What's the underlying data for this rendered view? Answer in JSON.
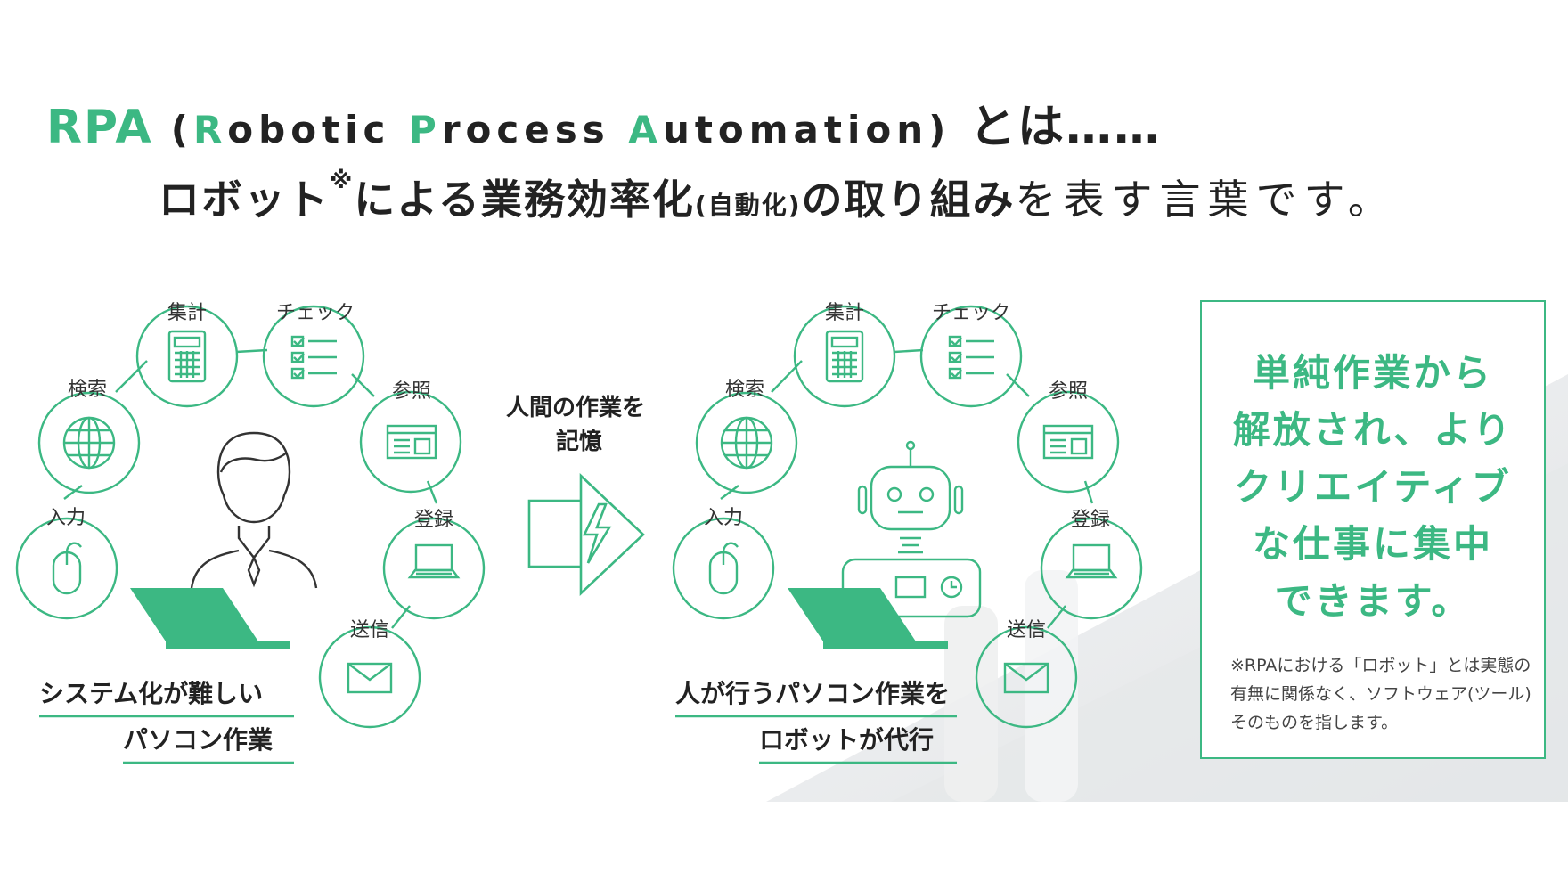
{
  "title": {
    "line1_rpa": "RPA",
    "line1_open": "(",
    "line1_r": "R",
    "line1_obotic": "obotic ",
    "line1_p": "P",
    "line1_rocess": "rocess ",
    "line1_a": "A",
    "line1_utomation": "utomation",
    "line1_close": ")",
    "line1_tail": "とは……",
    "line2_a": "ロボット",
    "line2_note": "※",
    "line2_b": "による業務効率化",
    "line2_paren": "(自動化)",
    "line2_c": "の取り組み",
    "line2_d": "を表す言葉です。"
  },
  "left": {
    "labels": [
      "集計",
      "チェック",
      "検索",
      "参照",
      "入力",
      "登録",
      "送信"
    ],
    "caption_line1": "システム化が難しい",
    "caption_line2": "パソコン作業"
  },
  "middle": {
    "line1": "人間の作業を",
    "line2": "記憶"
  },
  "right": {
    "labels": [
      "集計",
      "チェック",
      "検索",
      "参照",
      "入力",
      "登録",
      "送信"
    ],
    "caption_line1": "人が行うパソコン作業を",
    "caption_line2": "ロボットが代行"
  },
  "box": {
    "head": [
      "単純作業から",
      "解放され、より",
      "クリエイティブ",
      "な仕事に集中",
      "できます。"
    ],
    "note": "※RPAにおける「ロボット」とは実態の有無に関係なく、ソフトウェア(ツール)そのものを指します。"
  },
  "colors": {
    "accent": "#3cb883",
    "text": "#222222"
  },
  "icons": [
    "calculator-icon",
    "checklist-icon",
    "globe-icon",
    "browser-window-icon",
    "mouse-icon",
    "laptop-icon",
    "envelope-icon",
    "person-icon",
    "robot-icon",
    "arrow-lightning-icon"
  ]
}
